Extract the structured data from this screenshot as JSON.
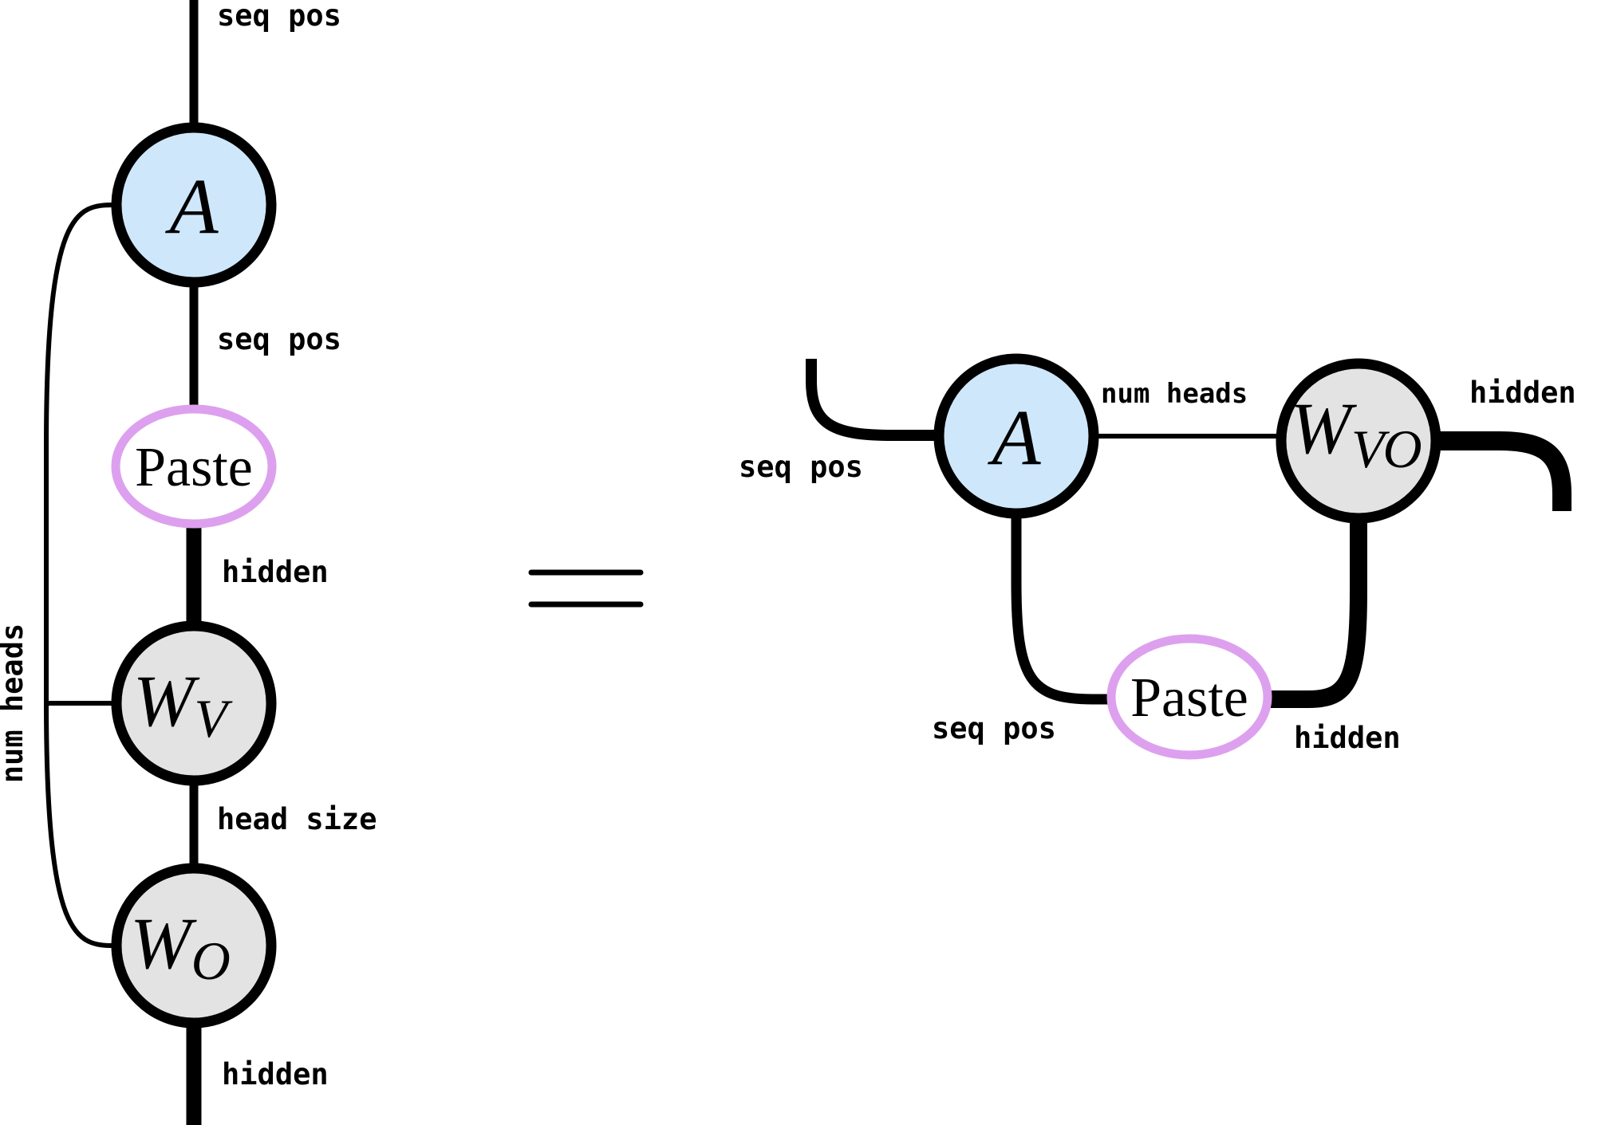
{
  "colors": {
    "attention_fill": "#cfe7fb",
    "weight_fill": "#e3e3e3",
    "paste_ring": "#dda0ee",
    "stroke": "#000000"
  },
  "left": {
    "label_top": "seq pos",
    "label_a_to_paste": "seq pos",
    "label_paste_to_wv": "hidden",
    "label_wv_to_wo": "head size",
    "label_bottom": "hidden",
    "label_side": "num heads",
    "node_a": "A",
    "node_paste": "Paste",
    "node_wv_main": "W",
    "node_wv_sub": "V",
    "node_wo_main": "W",
    "node_wo_sub": "O"
  },
  "equals": "=",
  "right": {
    "label_in": "seq pos",
    "label_a_to_wvo": "num heads",
    "label_out": "hidden",
    "label_a_to_paste": "seq pos",
    "label_paste_to_wvo": "hidden",
    "node_a": "A",
    "node_paste": "Paste",
    "node_wvo_main": "W",
    "node_wvo_sub": "VO"
  }
}
